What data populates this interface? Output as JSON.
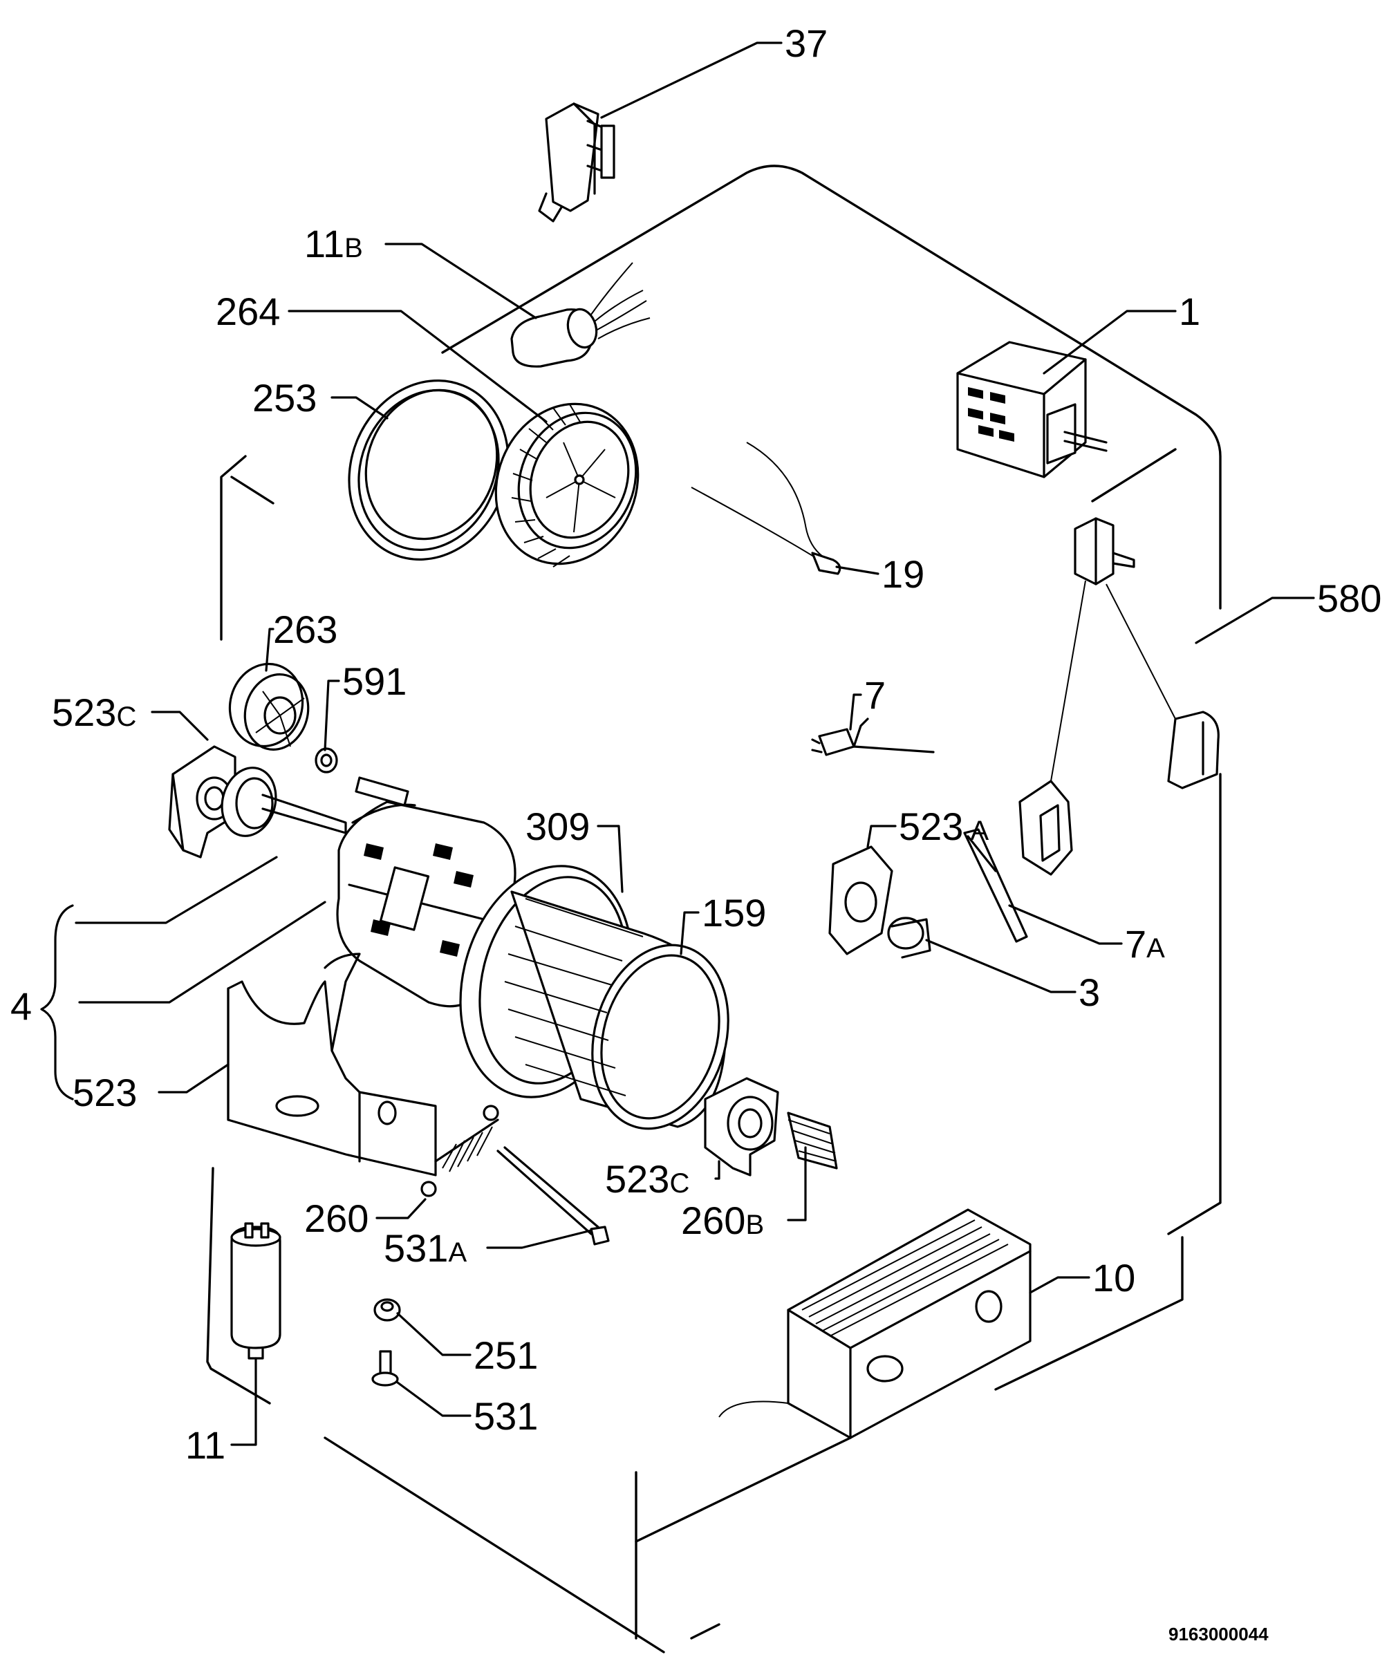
{
  "labels": {
    "p37": "37",
    "p11b": "11",
    "p11b_suffix": "B",
    "p264": "264",
    "p253": "253",
    "p1": "1",
    "p19": "19",
    "p580": "580",
    "p263": "263",
    "p591": "591",
    "p523c_left": "523",
    "p523c_left_suffix": "C",
    "p7": "7",
    "p523a": "523",
    "p523a_suffix": "A",
    "p309": "309",
    "p159": "159",
    "p7a": "7",
    "p7a_suffix": "A",
    "p3": "3",
    "p4": "4",
    "p523": "523",
    "p523c_right": "523",
    "p523c_right_suffix": "C",
    "p260": "260",
    "p260b": "260",
    "p260b_suffix": "B",
    "p531a": "531",
    "p531a_suffix": "A",
    "p10": "10",
    "p251": "251",
    "p531": "531",
    "p11": "11"
  },
  "document_number": "9163000044"
}
